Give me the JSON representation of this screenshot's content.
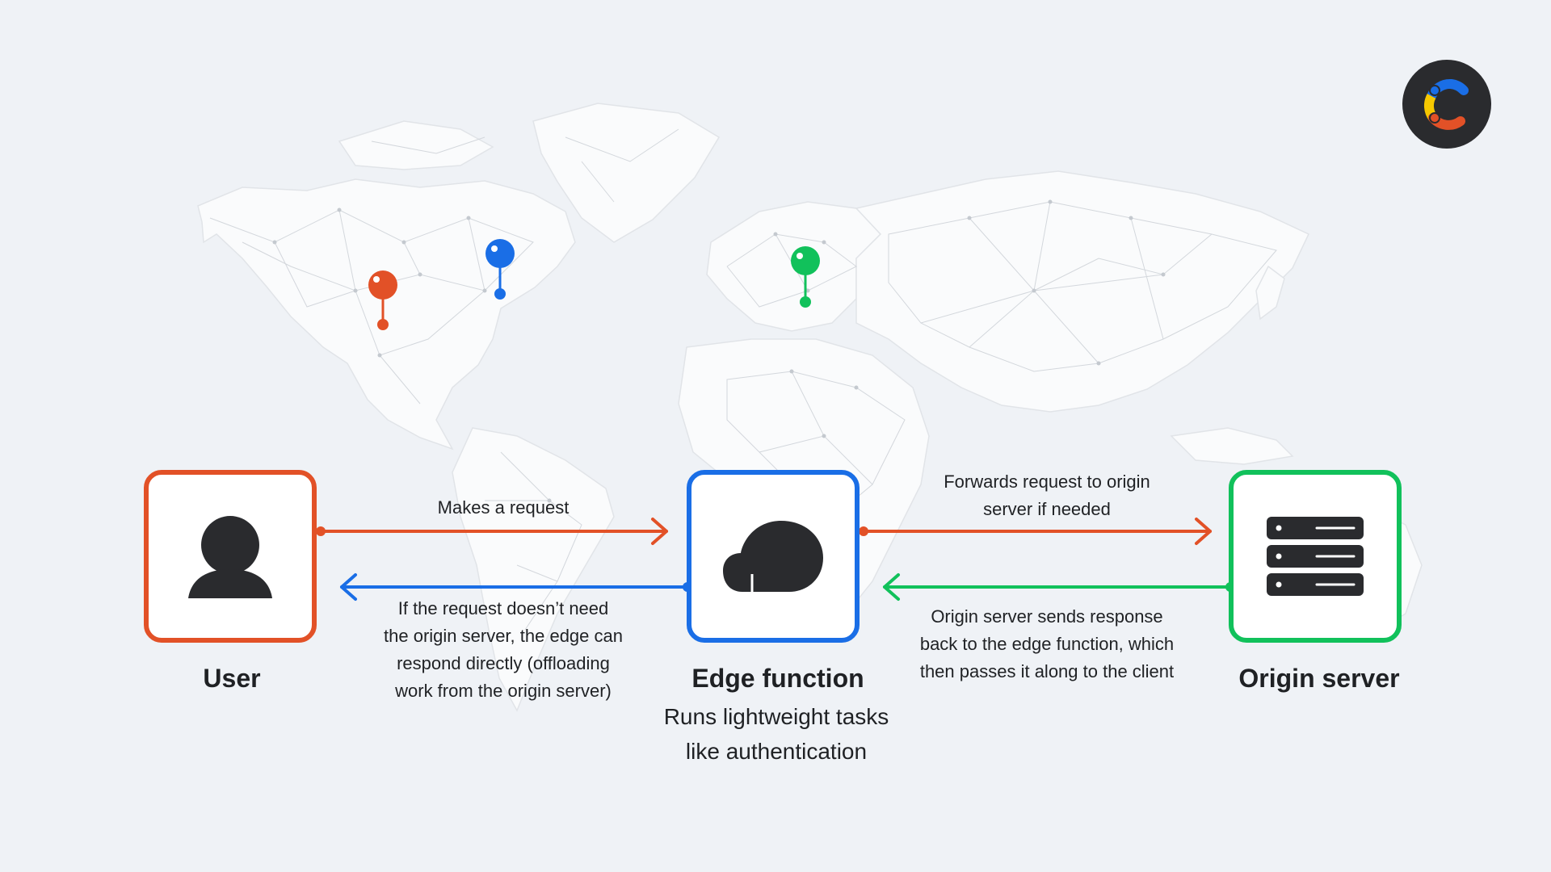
{
  "colors": {
    "background": "#eff2f6",
    "orange": "#e25127",
    "blue": "#1a6ee6",
    "green": "#11c15b",
    "dark": "#2a2b2e",
    "map_land": "#fafbfc",
    "map_lines": "#d3d7dc",
    "logo_yellow": "#f6c800"
  },
  "nodes": {
    "user": {
      "title": "User",
      "icon": "person-icon",
      "color": "#e25127"
    },
    "edge": {
      "title": "Edge function",
      "subtitle_line1": "Runs lightweight tasks",
      "subtitle_line2": "like authentication",
      "icon": "cloud-icon",
      "color": "#1a6ee6"
    },
    "origin": {
      "title": "Origin server",
      "icon": "server-rack-icon",
      "color": "#11c15b"
    }
  },
  "arrows": {
    "request": {
      "line1": "Makes a request"
    },
    "direct_response": {
      "line1": "If the request doesn’t need",
      "line2": "the origin server, the edge can",
      "line3": "respond directly (offloading",
      "line4": "work from the origin server)"
    },
    "forward": {
      "line1": "Forwards request to origin",
      "line2": "server if needed"
    },
    "origin_response": {
      "line1": "Origin server sends response",
      "line2": "back to the edge function, which",
      "line3": "then passes it along to the client"
    }
  },
  "map": {
    "pins": [
      {
        "name": "map-pin-orange",
        "color": "#e25127"
      },
      {
        "name": "map-pin-blue",
        "color": "#1a6ee6"
      },
      {
        "name": "map-pin-green",
        "color": "#11c15b"
      }
    ]
  },
  "logo": {
    "icon": "brand-c-logo-icon"
  }
}
